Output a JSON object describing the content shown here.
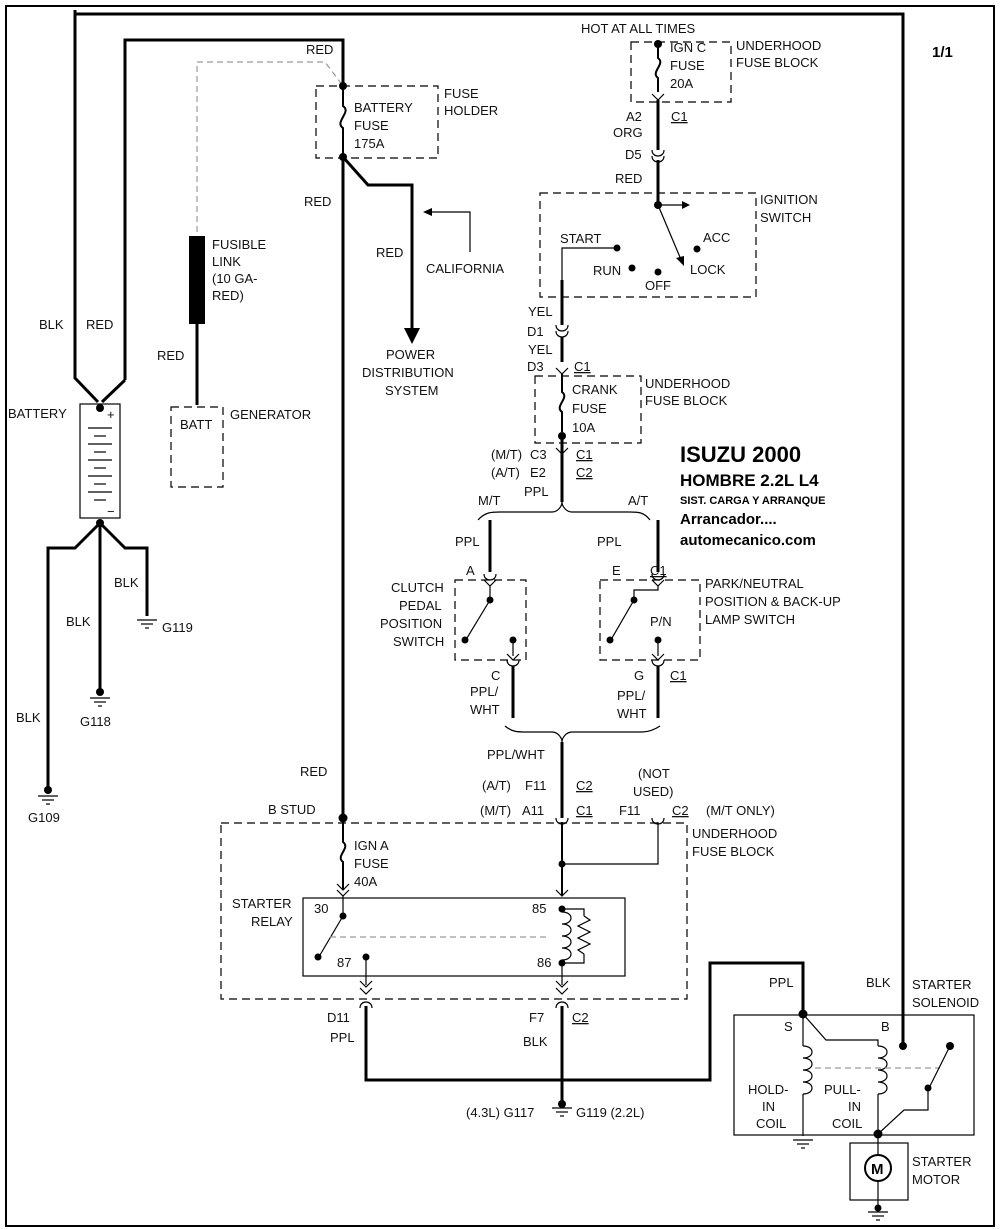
{
  "page_label": "1/1",
  "title": {
    "line1": "ISUZU 2000",
    "line2": "HOMBRE  2.2L  L4",
    "line3": "SIST. CARGA Y ARRANQUE",
    "line4": "Arrancador....",
    "line5": "automecanico.com"
  },
  "top": {
    "hot_at_all_times": "HOT AT ALL TIMES"
  },
  "ign_c_fuse": {
    "l1": "IGN C",
    "l2": "FUSE",
    "l3": "20A"
  },
  "underhood_fuse_block": {
    "l1": "UNDERHOOD",
    "l2": "FUSE BLOCK"
  },
  "connectors_top": {
    "a2": "A2",
    "c1": "C1",
    "org": "ORG",
    "d5": "D5",
    "red": "RED"
  },
  "ignition_switch": {
    "l1": "IGNITION",
    "l2": "SWITCH",
    "start": "START",
    "acc": "ACC",
    "run": "RUN",
    "lock": "LOCK",
    "off": "OFF"
  },
  "connectors_mid": {
    "yel1": "YEL",
    "d1": "D1",
    "yel2": "YEL",
    "d3": "D3",
    "c1": "C1"
  },
  "crank_fuse": {
    "l1": "CRANK",
    "l2": "FUSE",
    "l3": "10A"
  },
  "crank_out": {
    "mt": "(M/T)",
    "c3": "C3",
    "c1": "C1",
    "at": "(A/T)",
    "e2": "E2",
    "c2": "C2",
    "ppl": "PPL"
  },
  "split": {
    "mt": "M/T",
    "at": "A/T",
    "ppl_left": "PPL",
    "ppl_right": "PPL",
    "a": "A",
    "e": "E",
    "c1": "C1"
  },
  "clutch_switch": {
    "l1": "CLUTCH",
    "l2": "PEDAL",
    "l3": "POSITION",
    "l4": "SWITCH"
  },
  "pn_switch": {
    "l1": "PARK/NEUTRAL",
    "l2": "POSITION & BACK-UP",
    "l3": "LAMP SWITCH",
    "pn": "P/N"
  },
  "switch_out": {
    "c": "C",
    "g": "G",
    "c1": "C1",
    "ppl_l": "PPL/",
    "wht_l": "WHT",
    "ppl_r": "PPL/",
    "wht_r": "WHT",
    "pplwht": "PPL/WHT"
  },
  "relay_in": {
    "at": "(A/T)",
    "f11": "F11",
    "c2": "C2",
    "mt": "(M/T)",
    "a11": "A11",
    "c1": "C1",
    "f11b": "F11",
    "c2b": "C2",
    "not": "(NOT",
    "used": "USED)",
    "mt_only": "(M/T ONLY)"
  },
  "lower_fuse_block": {
    "l1": "UNDERHOOD",
    "l2": "FUSE BLOCK"
  },
  "ign_a_fuse": {
    "l1": "IGN A",
    "l2": "FUSE",
    "l3": "40A"
  },
  "starter_relay": {
    "l1": "STARTER",
    "l2": "RELAY",
    "p30": "30",
    "p87": "87",
    "p85": "85",
    "p86": "86"
  },
  "relay_out": {
    "d11": "D11",
    "ppl": "PPL",
    "f7": "F7",
    "c2": "C2",
    "blk": "BLK"
  },
  "ground_bottom": {
    "left": "(4.3L) G117",
    "right": "G119 (2.2L)"
  },
  "battery_fuse": {
    "l1": "BATTERY",
    "l2": "FUSE",
    "l3": "175A",
    "holder1": "FUSE",
    "holder2": "HOLDER"
  },
  "power_dist": {
    "l1": "POWER",
    "l2": "DISTRIBUTION",
    "l3": "SYSTEM",
    "red": "RED",
    "california": "CALIFORNIA"
  },
  "fusible_link": {
    "l1": "FUSIBLE",
    "l2": "LINK",
    "l3": "(10 GA-",
    "l4": "RED)",
    "red": "RED"
  },
  "generator": {
    "batt": "BATT",
    "label": "GENERATOR"
  },
  "battery": {
    "label": "BATTERY",
    "plus": "+",
    "minus": "−"
  },
  "wires": {
    "red_top": "RED",
    "red_left": "RED",
    "blk_left": "BLK",
    "red_mid": "RED",
    "red_low": "RED",
    "b_stud": "B STUD"
  },
  "grounds": {
    "blk1": "BLK",
    "blk2": "BLK",
    "blk3": "BLK",
    "g119": "G119",
    "g118": "G118",
    "g109": "G109"
  },
  "starter": {
    "ppl": "PPL",
    "blk": "BLK",
    "sol1": "STARTER",
    "sol2": "SOLENOID",
    "s": "S",
    "b": "B",
    "hold1": "HOLD-",
    "hold2": "IN",
    "hold3": "COIL",
    "pull1": "PULL-",
    "pull2": "IN",
    "pull3": "COIL",
    "motor1": "STARTER",
    "motor2": "MOTOR",
    "m": "M"
  }
}
